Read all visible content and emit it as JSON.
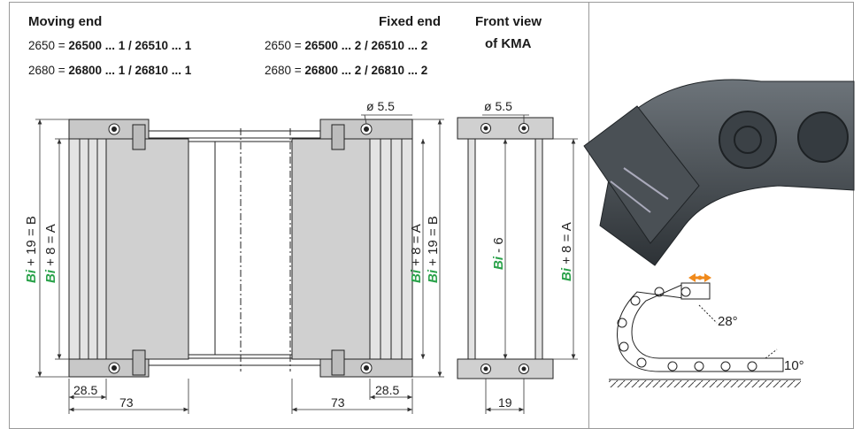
{
  "headers": {
    "moving_end": "Moving end",
    "fixed_end": "Fixed end",
    "front_view_line1": "Front view",
    "front_view_line2": "of KMA"
  },
  "moving_rows": [
    {
      "prefix": "2650 = ",
      "bold": "26500 ... 1 / 26510 ... 1"
    },
    {
      "prefix": "2680 = ",
      "bold": "26800 ... 1 / 26810 ... 1"
    }
  ],
  "fixed_rows": [
    {
      "prefix": "2650 = ",
      "bold": "26500 ... 2 / 26510 ... 2"
    },
    {
      "prefix": "2680 = ",
      "bold": "26800 ... 2 / 26810 ... 2"
    }
  ],
  "dimensions": {
    "hole_dia": "ø 5.5",
    "w_28_5": "28.5",
    "w_73": "73",
    "w_19": "19",
    "bi": "Bi",
    "plus19": " + 19 = B",
    "plus8": " + 8 = A",
    "minus6": " - 6",
    "angle_28": "28°",
    "angle_10": "10°"
  },
  "colors": {
    "green": "#2aa24a",
    "orange": "#f08a1c",
    "frame": "#9a9a9a",
    "plate": "#d2d2d2"
  }
}
